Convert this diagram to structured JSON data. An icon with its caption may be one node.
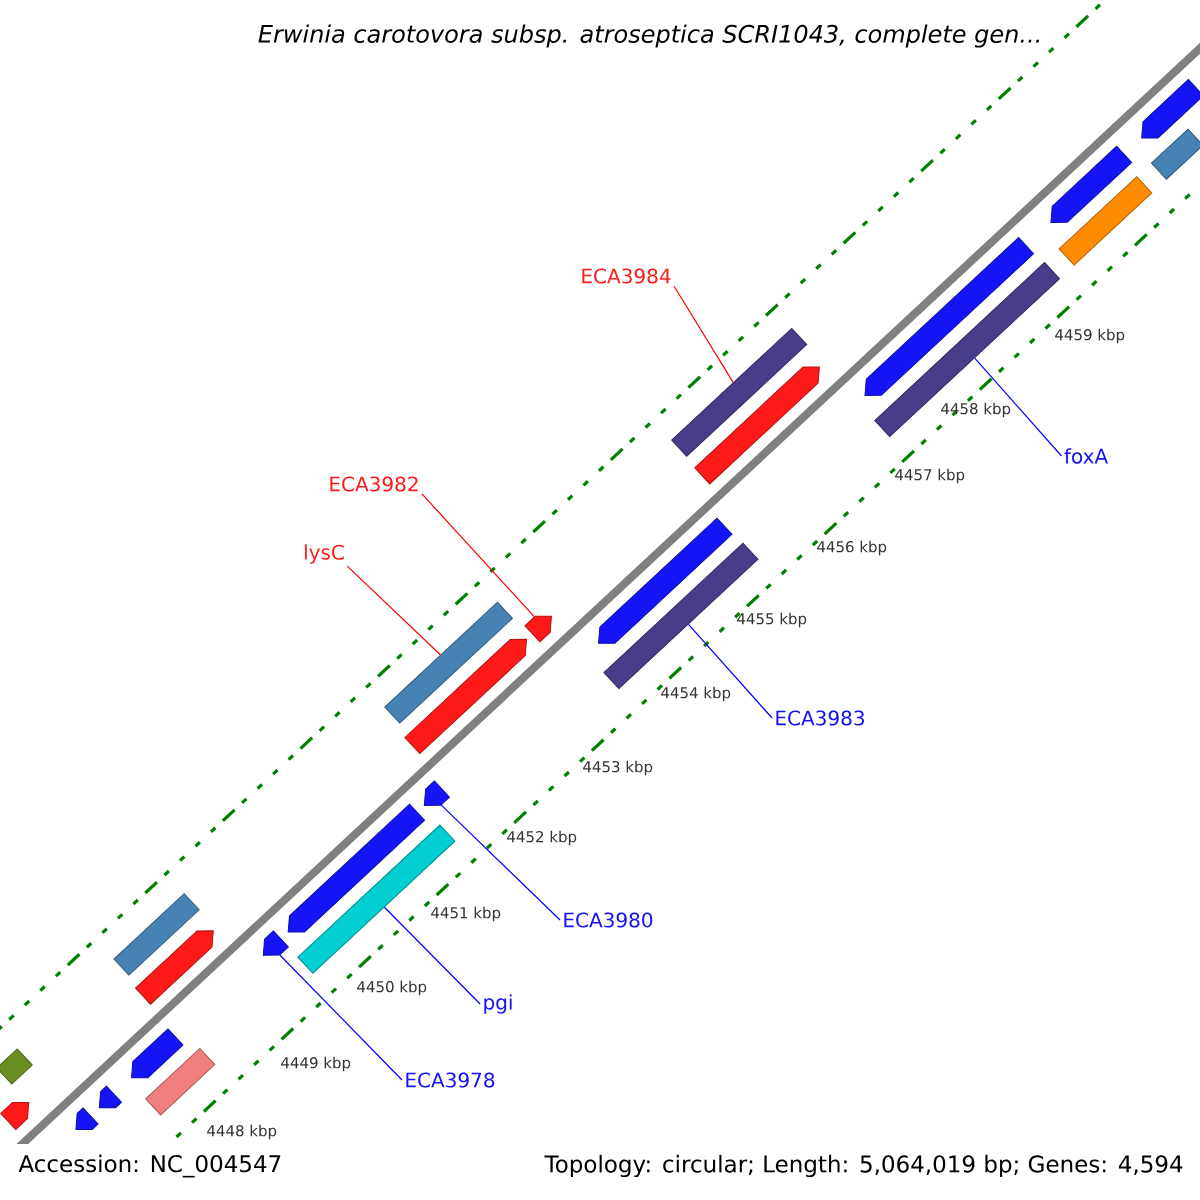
{
  "diagram": {
    "title": "Erwinia carotovora subsp. atroseptica SCRI1043, complete gen...",
    "nodes": [
      {
        "text": [
          "ECA3984"
        ]
      },
      {
        "text": [],
        "shape": "bar"
      },
      {
        "text": [
          "foxA"
        ]
      },
      {
        "text": [],
        "shape": "bar"
      },
      {
        "text": [
          "ECA3982"
        ]
      },
      {
        "text": [],
        "shape": "arrow"
      },
      {
        "text": [
          "lysC"
        ]
      },
      {
        "text": [],
        "shape": "bar"
      },
      {
        "text": [
          "ECA3983"
        ]
      },
      {
        "text": [],
        "shape": "bar"
      },
      {
        "text": [
          "ECA3980"
        ]
      },
      {
        "text": [],
        "shape": "arrow"
      },
      {
        "text": [
          "pgi"
        ]
      },
      {
        "text": [],
        "shape": "bar"
      },
      {
        "text": [
          "ECA3978"
        ]
      },
      {
        "text": [],
        "shape": "arrow"
      },
      {
        "text": [],
        "shape": "bar"
      },
      {
        "text": [],
        "shape": "arrow"
      },
      {
        "text": [],
        "shape": "arrow"
      },
      {
        "text": [],
        "shape": "bar"
      },
      {
        "text": [],
        "shape": "arrow"
      },
      {
        "text": [],
        "shape": "arrow"
      },
      {
        "text": [],
        "shape": "arrow"
      },
      {
        "text": [],
        "shape": "arrow"
      },
      {
        "text": [],
        "shape": "arrow"
      },
      {
        "text": [],
        "shape": "bar"
      },
      {
        "text": [],
        "shape": "arrow"
      },
      {
        "text": [],
        "shape": "arrow"
      },
      {
        "text": [],
        "shape": "bar"
      },
      {
        "text": [],
        "shape": "arrow"
      },
      {
        "text": [],
        "shape": "arrow"
      },
      {
        "text": [],
        "shape": "bar"
      },
      {
        "text": [],
        "shape": "arrow"
      }
    ],
    "edges": [
      {
        "from": 0,
        "to": 1,
        "arrow": "none",
        "color": "#ff0000"
      },
      {
        "from": 2,
        "to": 3,
        "arrow": "none"
      },
      {
        "from": 4,
        "to": 5,
        "arrow": "none",
        "color": "#ff0000"
      },
      {
        "from": 6,
        "to": 7,
        "arrow": "none",
        "color": "#ff0000"
      },
      {
        "from": 8,
        "to": 9,
        "arrow": "none"
      },
      {
        "from": 10,
        "to": 11,
        "arrow": "none"
      },
      {
        "from": 12,
        "to": 13,
        "arrow": "none"
      },
      {
        "from": 14,
        "to": 15,
        "arrow": "none"
      }
    ],
    "labels": [
      "4459 kbp",
      "4458 kbp",
      "4457 kbp",
      "4456 kbp",
      "4455 kbp",
      "4454 kbp",
      "4453 kbp",
      "4452 kbp",
      "4451 kbp",
      "4450 kbp",
      "4449 kbp",
      "4448 kbp",
      "Accession: NC_004547",
      "Topology: circular; Length: 5,064,019 bp; Genes: 4,594"
    ]
  }
}
